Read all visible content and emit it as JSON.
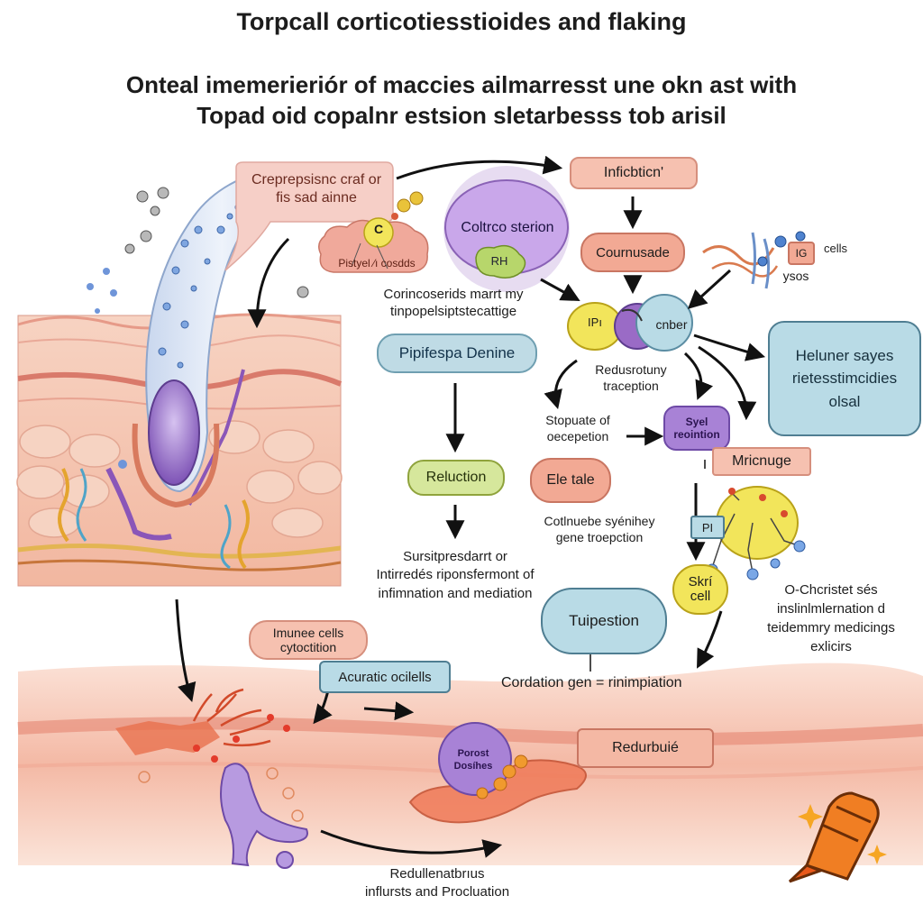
{
  "title": "Torpcall corticotiesstioides and flaking",
  "subtitle_line1": "Onteal imemerieriór of maccies ailmarresst une okn ast with",
  "subtitle_line2": "Topad oid copalnr estsion sletarbesss tob arisil",
  "colors": {
    "skin_top": "#f6c9b5",
    "skin_red": "#e98a7a",
    "cell_purple": "#9b72c4",
    "box_blue": "#b9dbe6",
    "box_green": "#d8e79a",
    "box_pink": "#f4b8a4",
    "box_yellow": "#f3e36a",
    "arrow": "#111111"
  },
  "labels": {
    "hair_bubble": "Creprepsisnc craf or\nfis sad ainne",
    "c_cell": "C",
    "platelet_label": "Pistyel ⁄ı cosdds",
    "cortico_station": "Coltrco sterion",
    "rh": "RH",
    "cortico_text": "Corincoserids marrt my\ntinpopelsiptstecattige",
    "pipifespa": "Pipifespa Denine",
    "infiction": "Inficbticn'",
    "courtisade": "Cournusade",
    "ig_cells": "IG",
    "cells_label": "cells",
    "sos_label": "ysos",
    "pi_cell": "IPı",
    "cber": "cnber",
    "redusrotuny": "Redusrotuny\ntraception",
    "heluner": "Heluner sayes\nrietesstimcidies\nolsal",
    "stopuate": "Stopuate of\noecepetion",
    "syel": "Syel\nreointion",
    "micnuge": "Mricnuge",
    "ele_tale": "Ele tale",
    "reluction": "Reluction",
    "cotinuebe": "Cotlnuebe syénihey\ngene troepction",
    "pi_box": "PI",
    "skri_cell": "Skrí\ncell",
    "sursitpresdent": "Sursitpresdarrt or\nIntirredés riponsfermont of\ninfimnation and mediation",
    "tupestion": "Tuipestion",
    "ochcristet": "O-Chcristet sés\ninslinlmlernation d\nteidemmry medicings\nexlicirs",
    "immune_cells": "Imunee cells\ncytoctition",
    "acuratic": "Acuratic ocilells",
    "cordation": "Cordation  gen = rinimpiation",
    "redurbuie": "Redurbuié",
    "porost": "Porost\nDosíhes",
    "bottom_caption": "Redullenatbrıus\ninflursts and Procluation"
  }
}
